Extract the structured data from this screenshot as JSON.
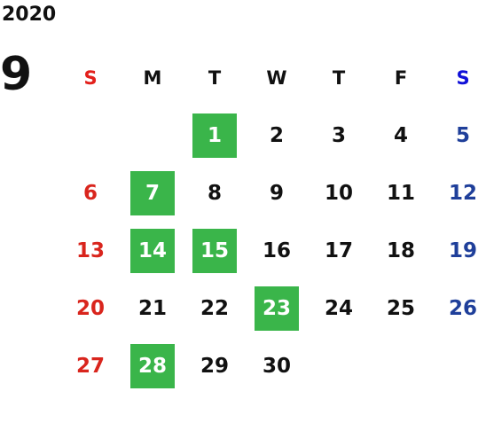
{
  "calendar": {
    "year": "2020",
    "month": "9",
    "weekdays": [
      "S",
      "M",
      "T",
      "W",
      "T",
      "F",
      "S"
    ],
    "weeks": [
      [
        null,
        null,
        {
          "d": "1",
          "hl": true
        },
        {
          "d": "2"
        },
        {
          "d": "3"
        },
        {
          "d": "4"
        },
        {
          "d": "5"
        }
      ],
      [
        {
          "d": "6"
        },
        {
          "d": "7",
          "hl": true
        },
        {
          "d": "8"
        },
        {
          "d": "9"
        },
        {
          "d": "10"
        },
        {
          "d": "11"
        },
        {
          "d": "12"
        }
      ],
      [
        {
          "d": "13"
        },
        {
          "d": "14",
          "hl": true
        },
        {
          "d": "15",
          "hl": true
        },
        {
          "d": "16"
        },
        {
          "d": "17"
        },
        {
          "d": "18"
        },
        {
          "d": "19"
        }
      ],
      [
        {
          "d": "20"
        },
        {
          "d": "21"
        },
        {
          "d": "22"
        },
        {
          "d": "23",
          "hl": true
        },
        {
          "d": "24"
        },
        {
          "d": "25"
        },
        {
          "d": "26"
        }
      ],
      [
        {
          "d": "27"
        },
        {
          "d": "28",
          "hl": true
        },
        {
          "d": "29"
        },
        {
          "d": "30"
        },
        null,
        null,
        null
      ]
    ],
    "colors": {
      "sunday": "#d9251d",
      "saturday": "#1f3f9a",
      "highlight": "#3ab54a",
      "weekday": "#111111"
    }
  }
}
